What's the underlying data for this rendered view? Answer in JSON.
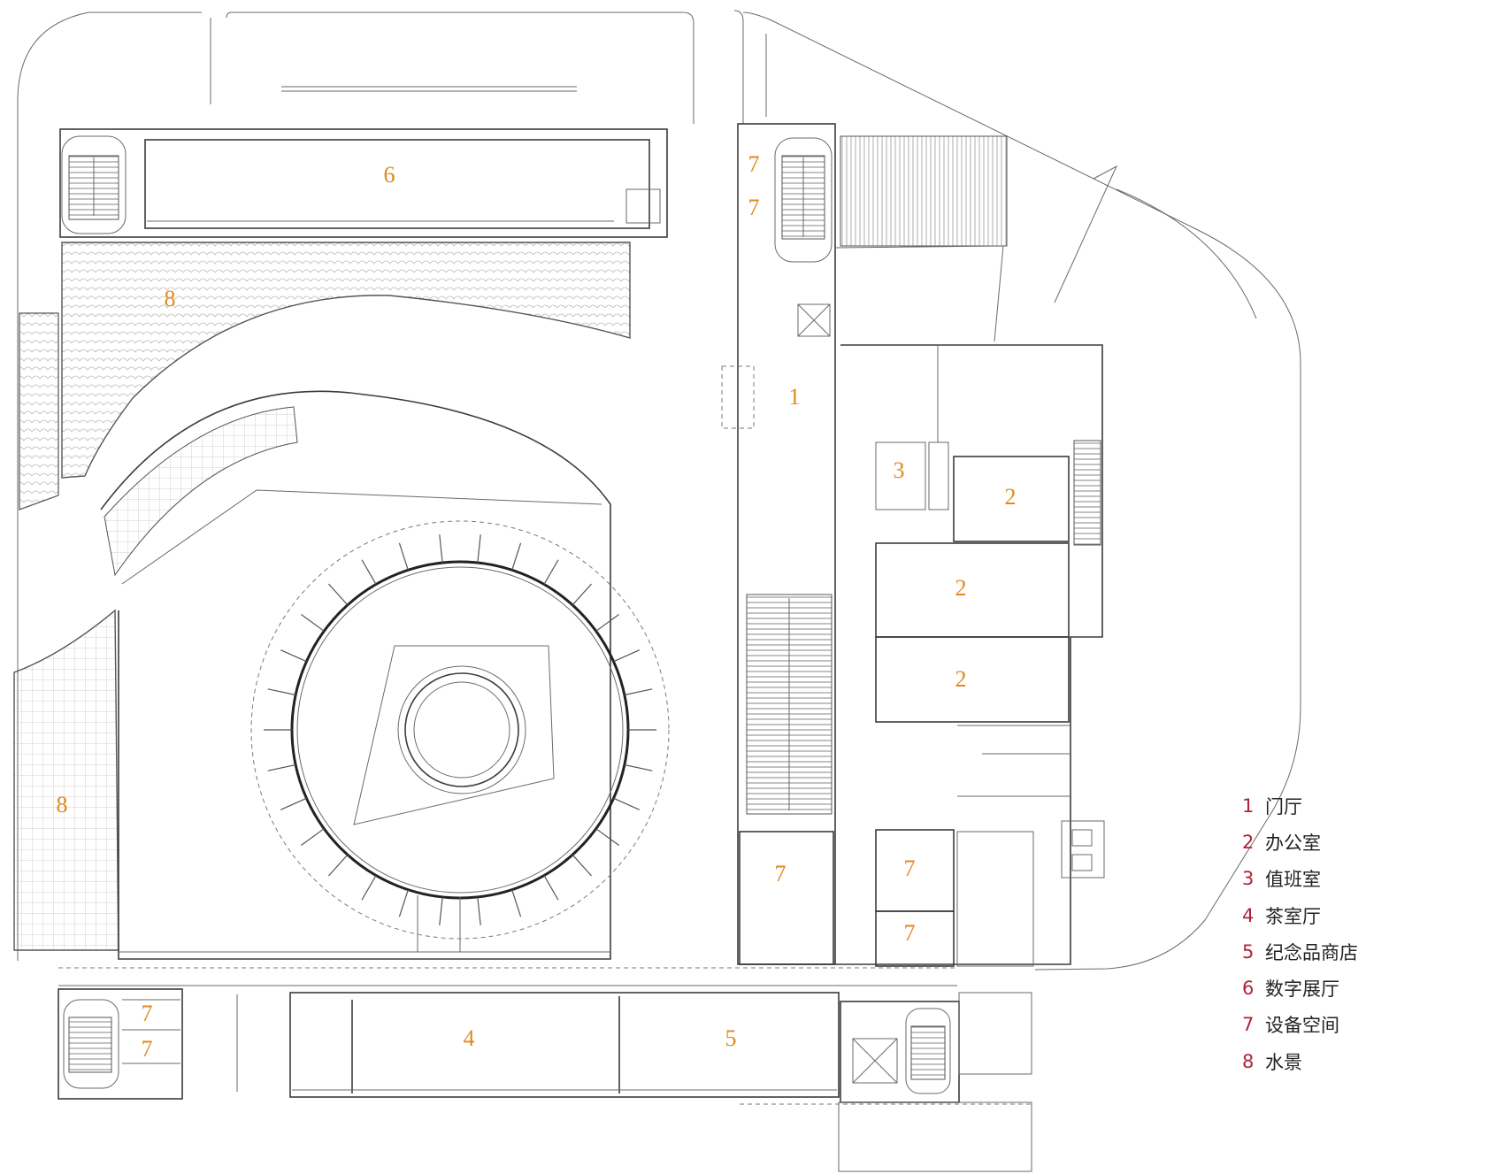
{
  "rooms": [
    {
      "id": "r1",
      "num": "1"
    },
    {
      "id": "r2a",
      "num": "2"
    },
    {
      "id": "r2b",
      "num": "2"
    },
    {
      "id": "r2c",
      "num": "2"
    },
    {
      "id": "r3",
      "num": "3"
    },
    {
      "id": "r4",
      "num": "4"
    },
    {
      "id": "r5",
      "num": "5"
    },
    {
      "id": "r6",
      "num": "6"
    },
    {
      "id": "r7a",
      "num": "7"
    },
    {
      "id": "r7b",
      "num": "7"
    },
    {
      "id": "r7c",
      "num": "7"
    },
    {
      "id": "r7d",
      "num": "7"
    },
    {
      "id": "r7e",
      "num": "7"
    },
    {
      "id": "r7f",
      "num": "7"
    },
    {
      "id": "r7g",
      "num": "7"
    },
    {
      "id": "r8a",
      "num": "8"
    },
    {
      "id": "r8b",
      "num": "8"
    }
  ],
  "legend": [
    {
      "num": "1",
      "label": "门厅"
    },
    {
      "num": "2",
      "label": "办公室"
    },
    {
      "num": "3",
      "label": "值班室"
    },
    {
      "num": "4",
      "label": "茶室厅"
    },
    {
      "num": "5",
      "label": "纪念品商店"
    },
    {
      "num": "6",
      "label": "数字展厅"
    },
    {
      "num": "7",
      "label": "设备空间"
    },
    {
      "num": "8",
      "label": "水景"
    }
  ],
  "colors": {
    "room_number": "#e08a1e",
    "legend_number": "#b0243a"
  }
}
